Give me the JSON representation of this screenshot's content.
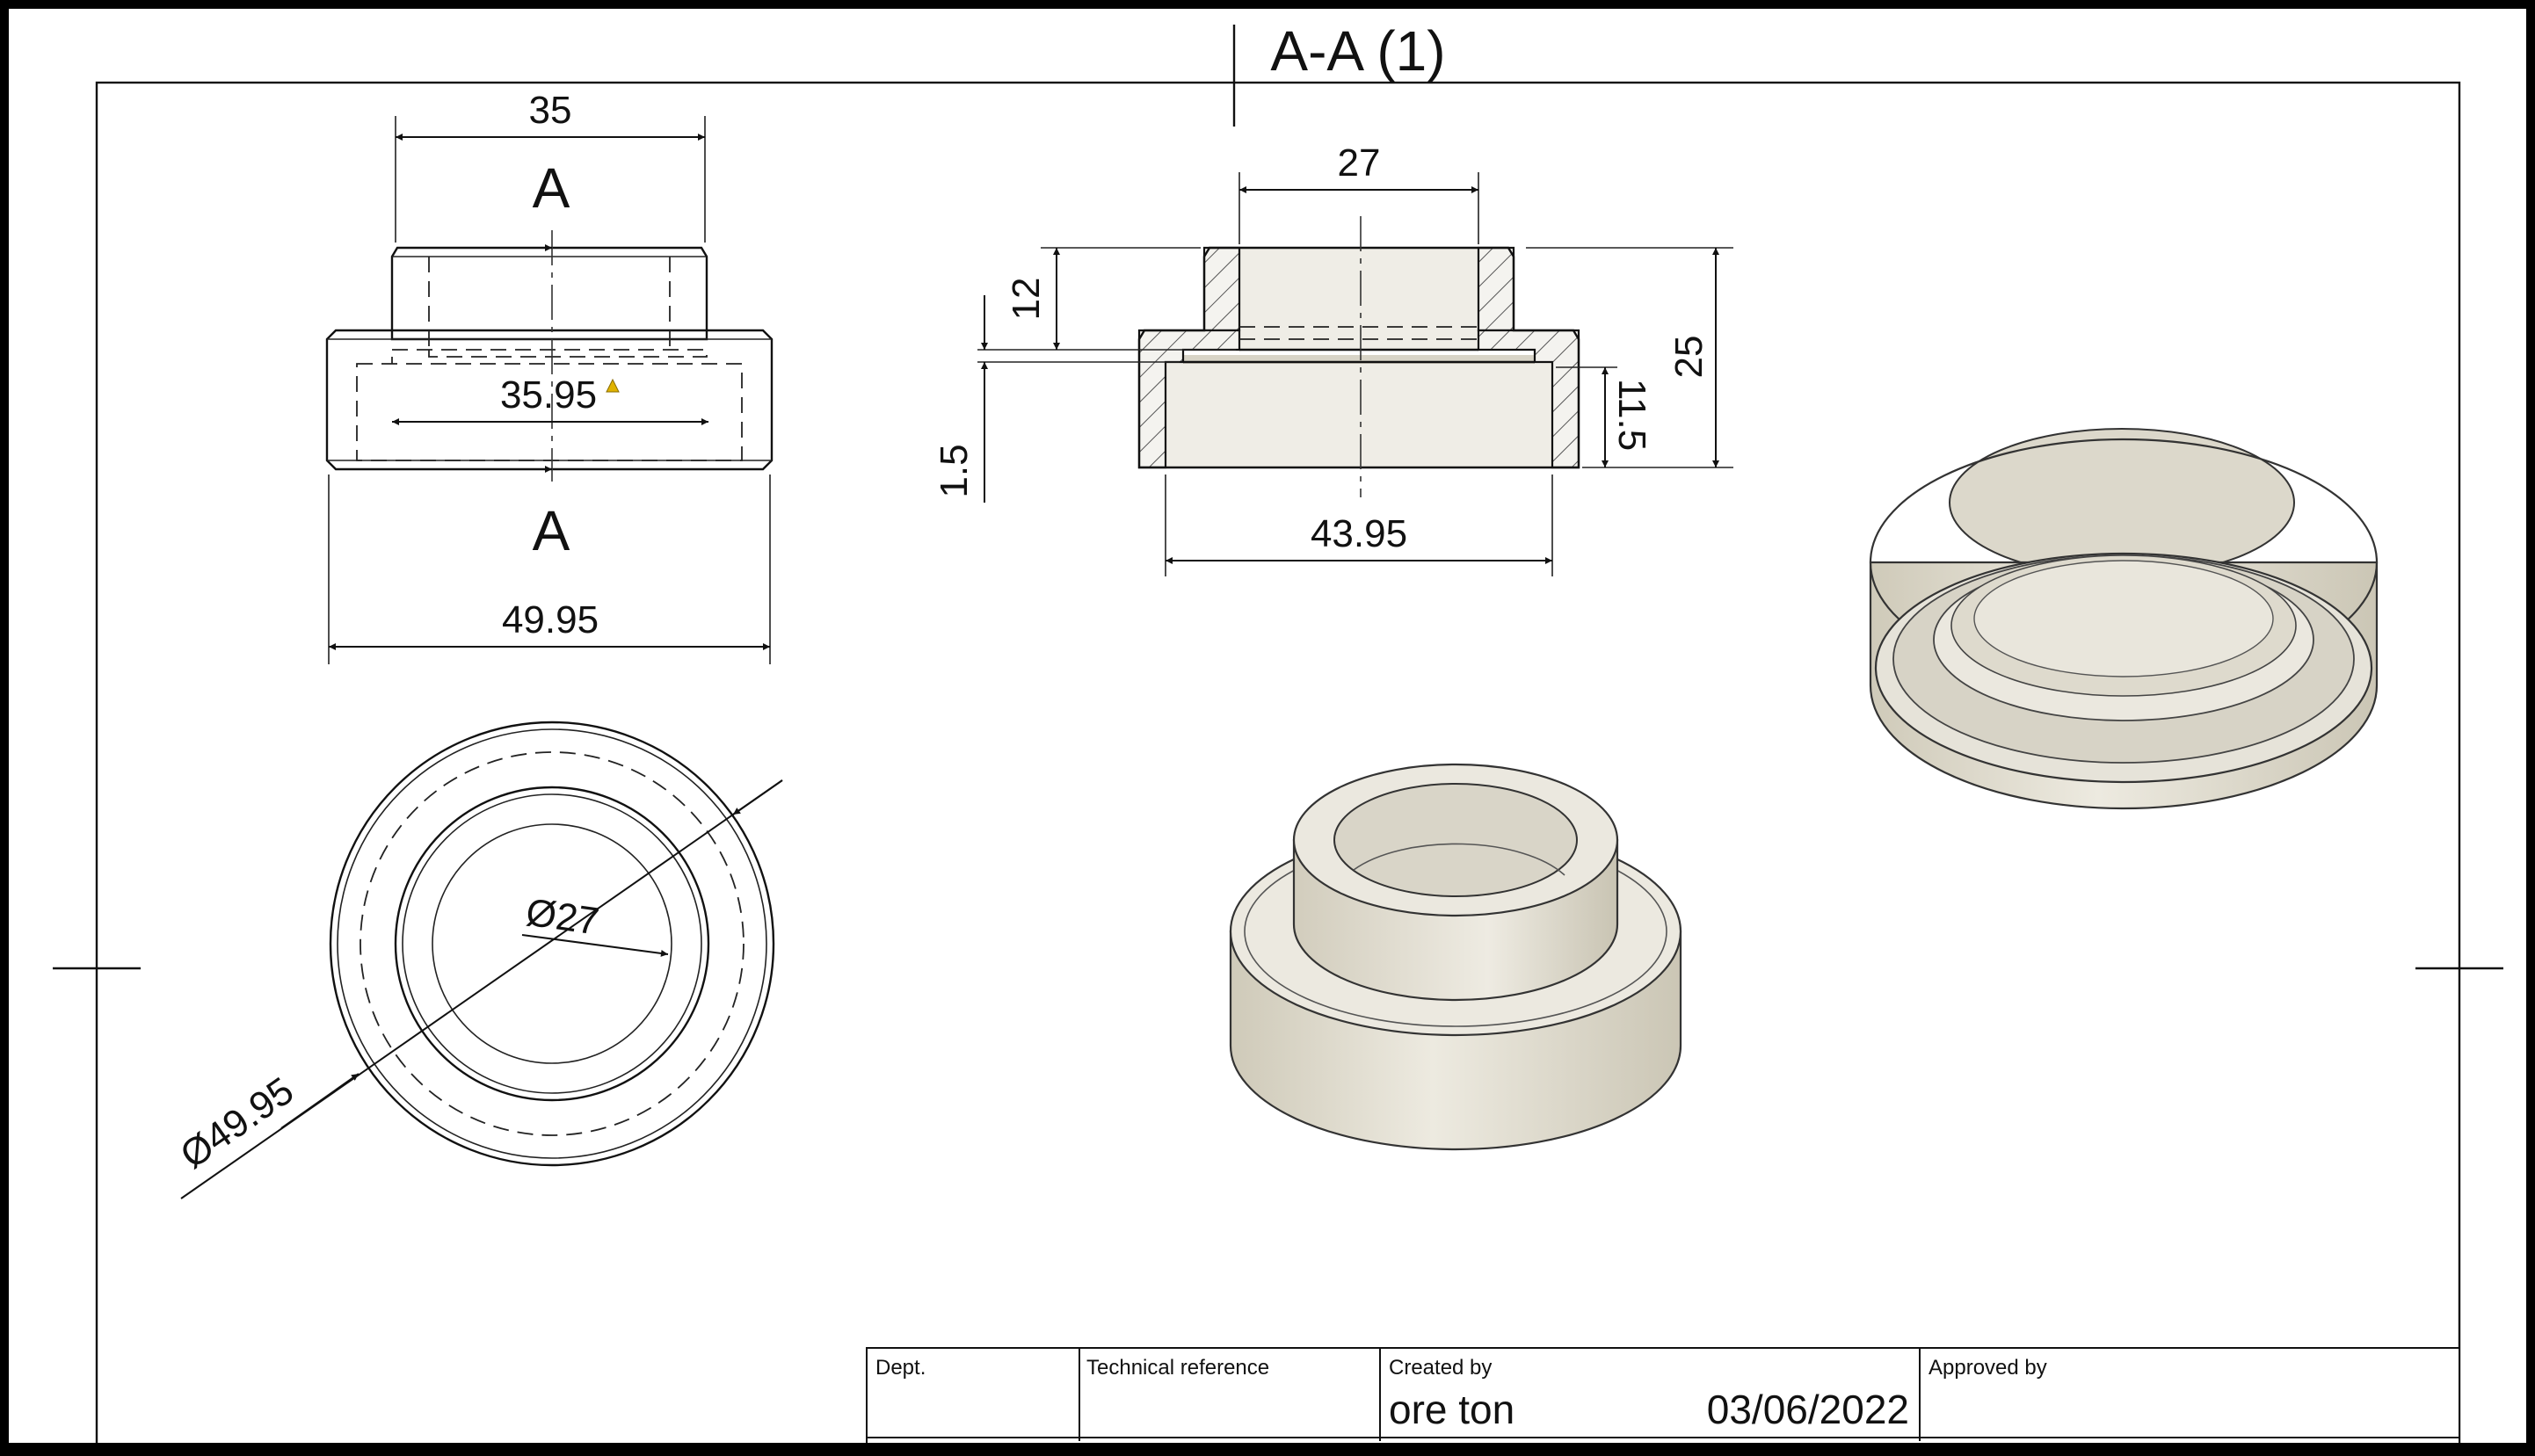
{
  "section_title": "A-A (1)",
  "front_view": {
    "section_label_top": "A",
    "section_label_bottom": "A",
    "dim_top_width": "35",
    "dim_inner_width": "35.95",
    "dim_overall_width": "49.95"
  },
  "section_view": {
    "dim_bore": "27",
    "dim_height_12": "12",
    "dim_step_1_5": "1.5",
    "dim_total_height": "25",
    "dim_recess_depth": "11.5",
    "dim_recess_diameter": "43.95"
  },
  "top_view": {
    "dim_inner_diameter": "Ø27",
    "dim_outer_diameter": "Ø49.95"
  },
  "title_block": {
    "dept_label": "Dept.",
    "tech_ref_label": "Technical reference",
    "created_by_label": "Created by",
    "created_by_value": "ore ton",
    "created_date": "03/06/2022",
    "approved_by_label": "Approved by"
  },
  "colors": {
    "sheet_background": "#ffffff",
    "frame_background": "#000000",
    "part_fill": "#ebe8df",
    "part_shade": "#d6d2c5",
    "caution_icon": "#e0b300"
  }
}
